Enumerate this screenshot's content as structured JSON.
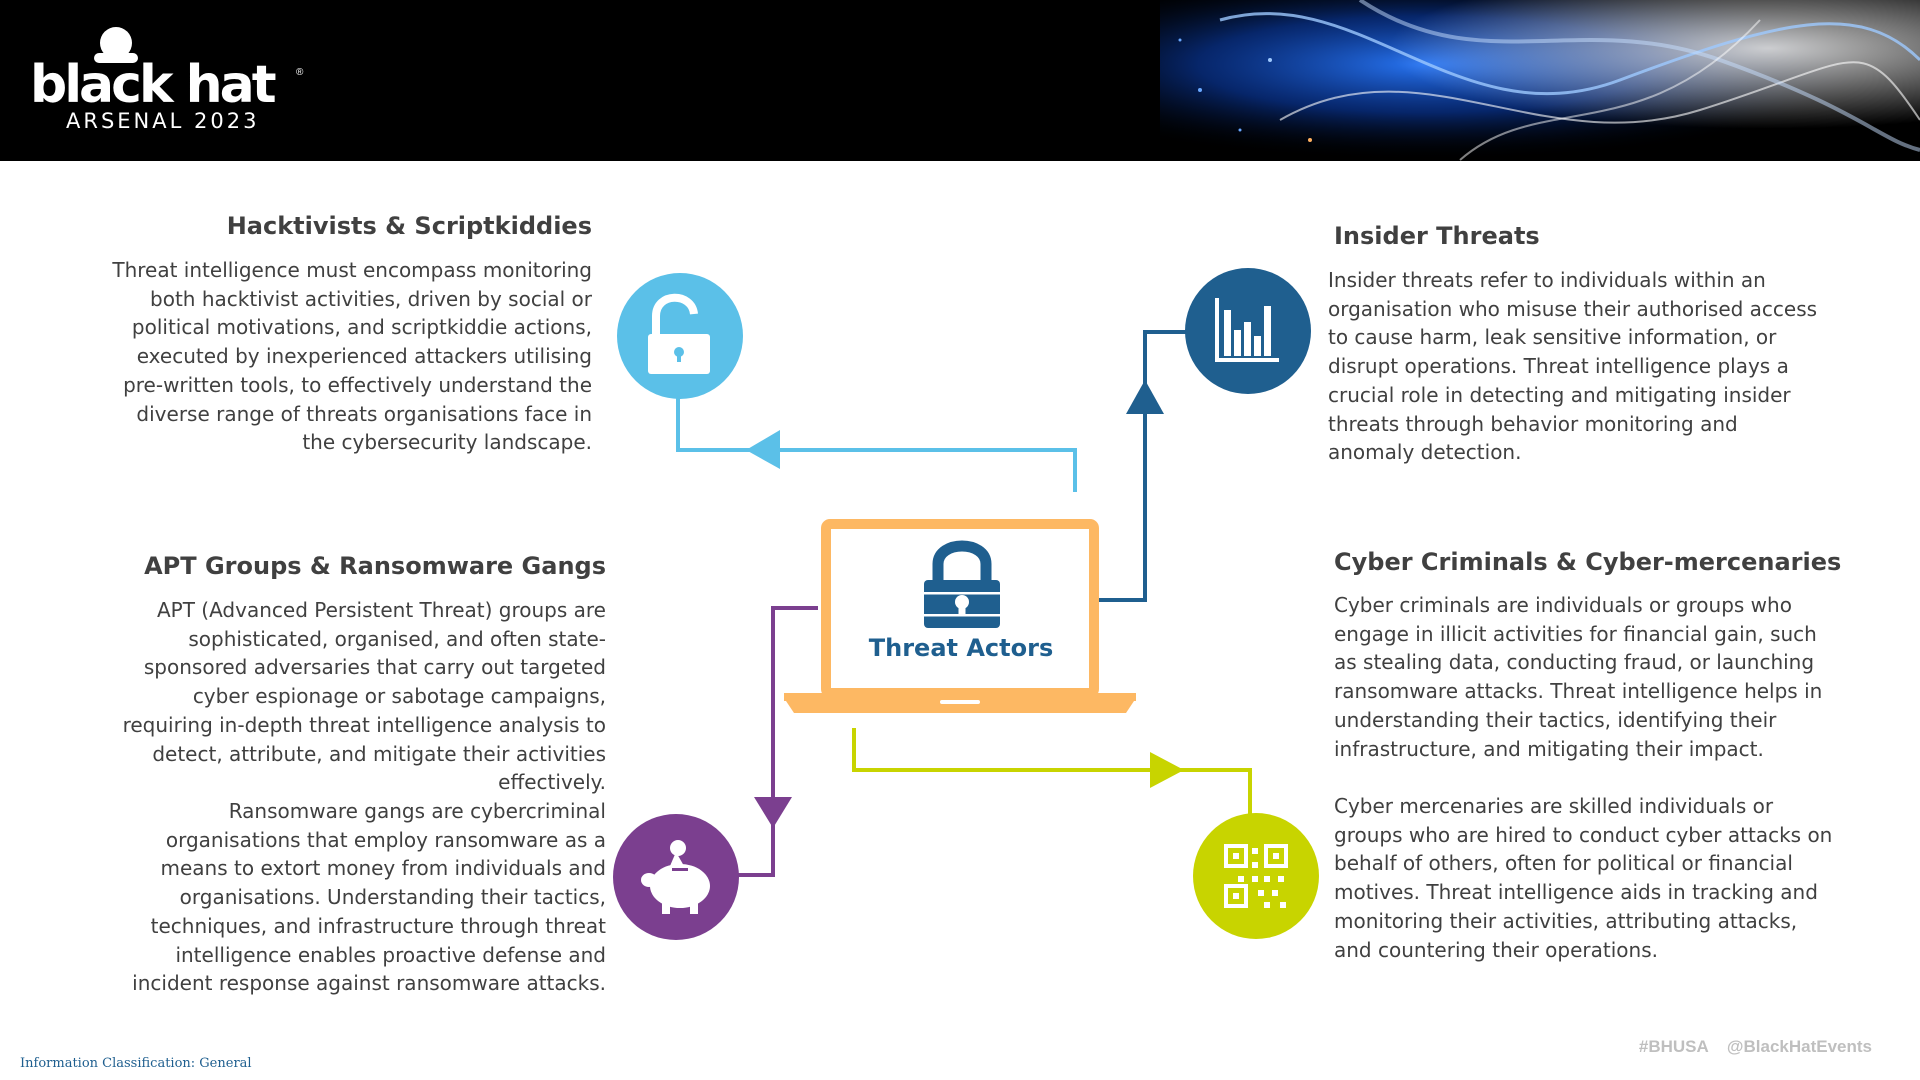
{
  "header": {
    "logo_word": "black hat",
    "logo_reg": "®",
    "logo_sub": "ARSENAL 2023"
  },
  "center": {
    "label": "Threat Actors",
    "icon": "padlock-icon"
  },
  "sections": {
    "hacktivists": {
      "title": "Hacktivists & Scriptkiddies",
      "icon": "unlocked-padlock-icon",
      "color": "#5bc0e8",
      "text": "Threat intelligence must encompass monitoring both hacktivist activities, driven by social or political motivations, and scriptkiddie actions, executed by inexperienced attackers utilising pre-written tools, to effectively understand the diverse range of threats organisations face in the cybersecurity landscape."
    },
    "insider": {
      "title": "Insider Threats",
      "icon": "bar-chart-icon",
      "color": "#1f5f8f",
      "text": "Insider threats refer to individuals within an organisation who misuse their authorised access to cause harm, leak sensitive information, or disrupt operations. Threat intelligence plays a crucial role in detecting and mitigating insider threats through behavior monitoring and anomaly detection."
    },
    "apt": {
      "title": "APT Groups & Ransomware Gangs",
      "icon": "piggy-bank-icon",
      "color": "#7b3f8f",
      "text1": "APT (Advanced Persistent Threat) groups are sophisticated, organised, and often state-sponsored adversaries that carry out targeted cyber espionage or sabotage campaigns, requiring in-depth threat intelligence analysis to detect, attribute, and mitigate their activities effectively.",
      "text2": "Ransomware gangs are cybercriminal organisations that employ ransomware as a means to extort money from individuals and organisations. Understanding their tactics, techniques, and infrastructure through threat intelligence enables proactive defense and incident response against ransomware attacks."
    },
    "criminals": {
      "title": "Cyber Criminals & Cyber-mercenaries",
      "icon": "qr-code-icon",
      "color": "#c8d400",
      "text1": "Cyber criminals are individuals or groups who engage in illicit activities for financial gain, such as stealing data, conducting fraud, or launching ransomware attacks. Threat intelligence helps in understanding their tactics, identifying their infrastructure, and mitigating their impact.",
      "text2": "Cyber mercenaries are skilled individuals or groups who are hired to conduct cyber attacks on behalf of others, often for political or financial motives. Threat intelligence aids in tracking and monitoring their activities, attributing attacks, and countering their operations."
    }
  },
  "footer": {
    "classification": "Information Classification: General",
    "hashtag": "#BHUSA",
    "handle": "@BlackHatEvents"
  }
}
